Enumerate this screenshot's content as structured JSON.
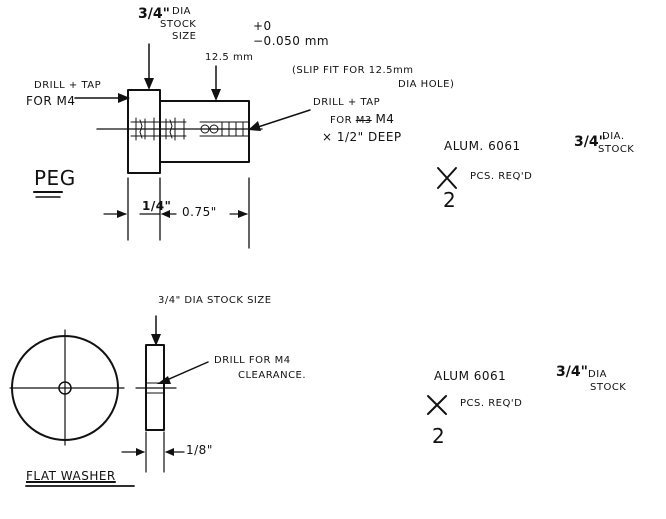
{
  "peg": {
    "stock_fraction": "3/4\"",
    "stock_label_1": "DIA",
    "stock_label_2": "STOCK",
    "stock_label_3": "SIZE",
    "tol_plus": "+0",
    "tol_minus": "−0.050 mm",
    "length_mm": "12.5 mm",
    "slip_fit_1": "(SLIP FIT FOR 12.5mm",
    "slip_fit_2": "DIA HOLE)",
    "drill_tap_left_1": "DRILL + TAP",
    "drill_tap_left_2": "FOR M4",
    "drill_tap_right_1": "DRILL + TAP",
    "drill_tap_right_2_prefix": "FOR",
    "drill_tap_right_2_struck": "M3",
    "drill_tap_right_2_suffix": "M4",
    "depth": "× 1/2\" DEEP",
    "dim_head": "1/4\"",
    "dim_shaft": "0.75\"",
    "part_name": "PEG",
    "material": "ALUM. 6061",
    "material_stock_fraction": "3/4\"",
    "material_stock_1": "DIA.",
    "material_stock_2": "STOCK",
    "pcs_label": "PCS. REQ'D",
    "pcs_count": "2"
  },
  "washer": {
    "stock_size": "3/4\" DIA STOCK SIZE",
    "drill_1": "DRILL FOR M4",
    "drill_2": "CLEARANCE.",
    "thickness": "1/8\"",
    "part_name": "FLAT WASHER",
    "material": "ALUM 6061",
    "material_stock_fraction": "3/4\"",
    "material_stock_1": "DIA",
    "material_stock_2": "STOCK",
    "pcs_label": "PCS. REQ'D",
    "pcs_count": "2"
  }
}
